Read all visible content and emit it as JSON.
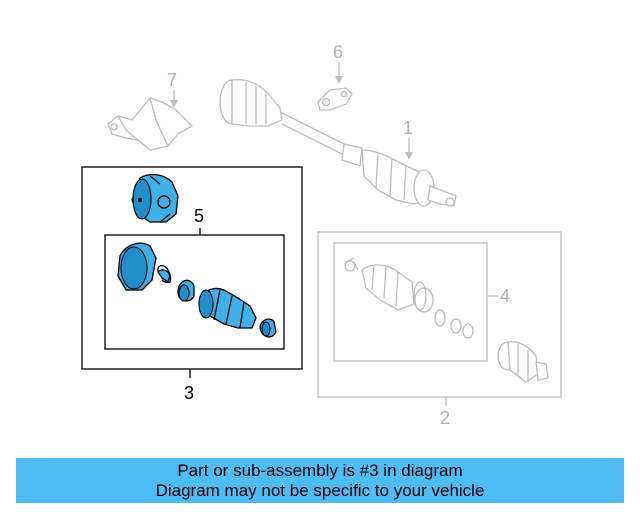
{
  "diagram": {
    "callouts": {
      "c1": "1",
      "c2": "2",
      "c3": "3",
      "c4": "4",
      "c5": "5",
      "c6": "6",
      "c7": "7"
    },
    "highlighted_part": "3"
  },
  "banner": {
    "line1": "Part or sub-assembly is #3 in diagram",
    "line2": "Diagram may not be specific to your vehicle",
    "background": "#4fbdf5"
  },
  "colors": {
    "highlight_part": "#3fb0e8",
    "faded_part": "#bdbdbd",
    "active_outline": "#000000"
  }
}
